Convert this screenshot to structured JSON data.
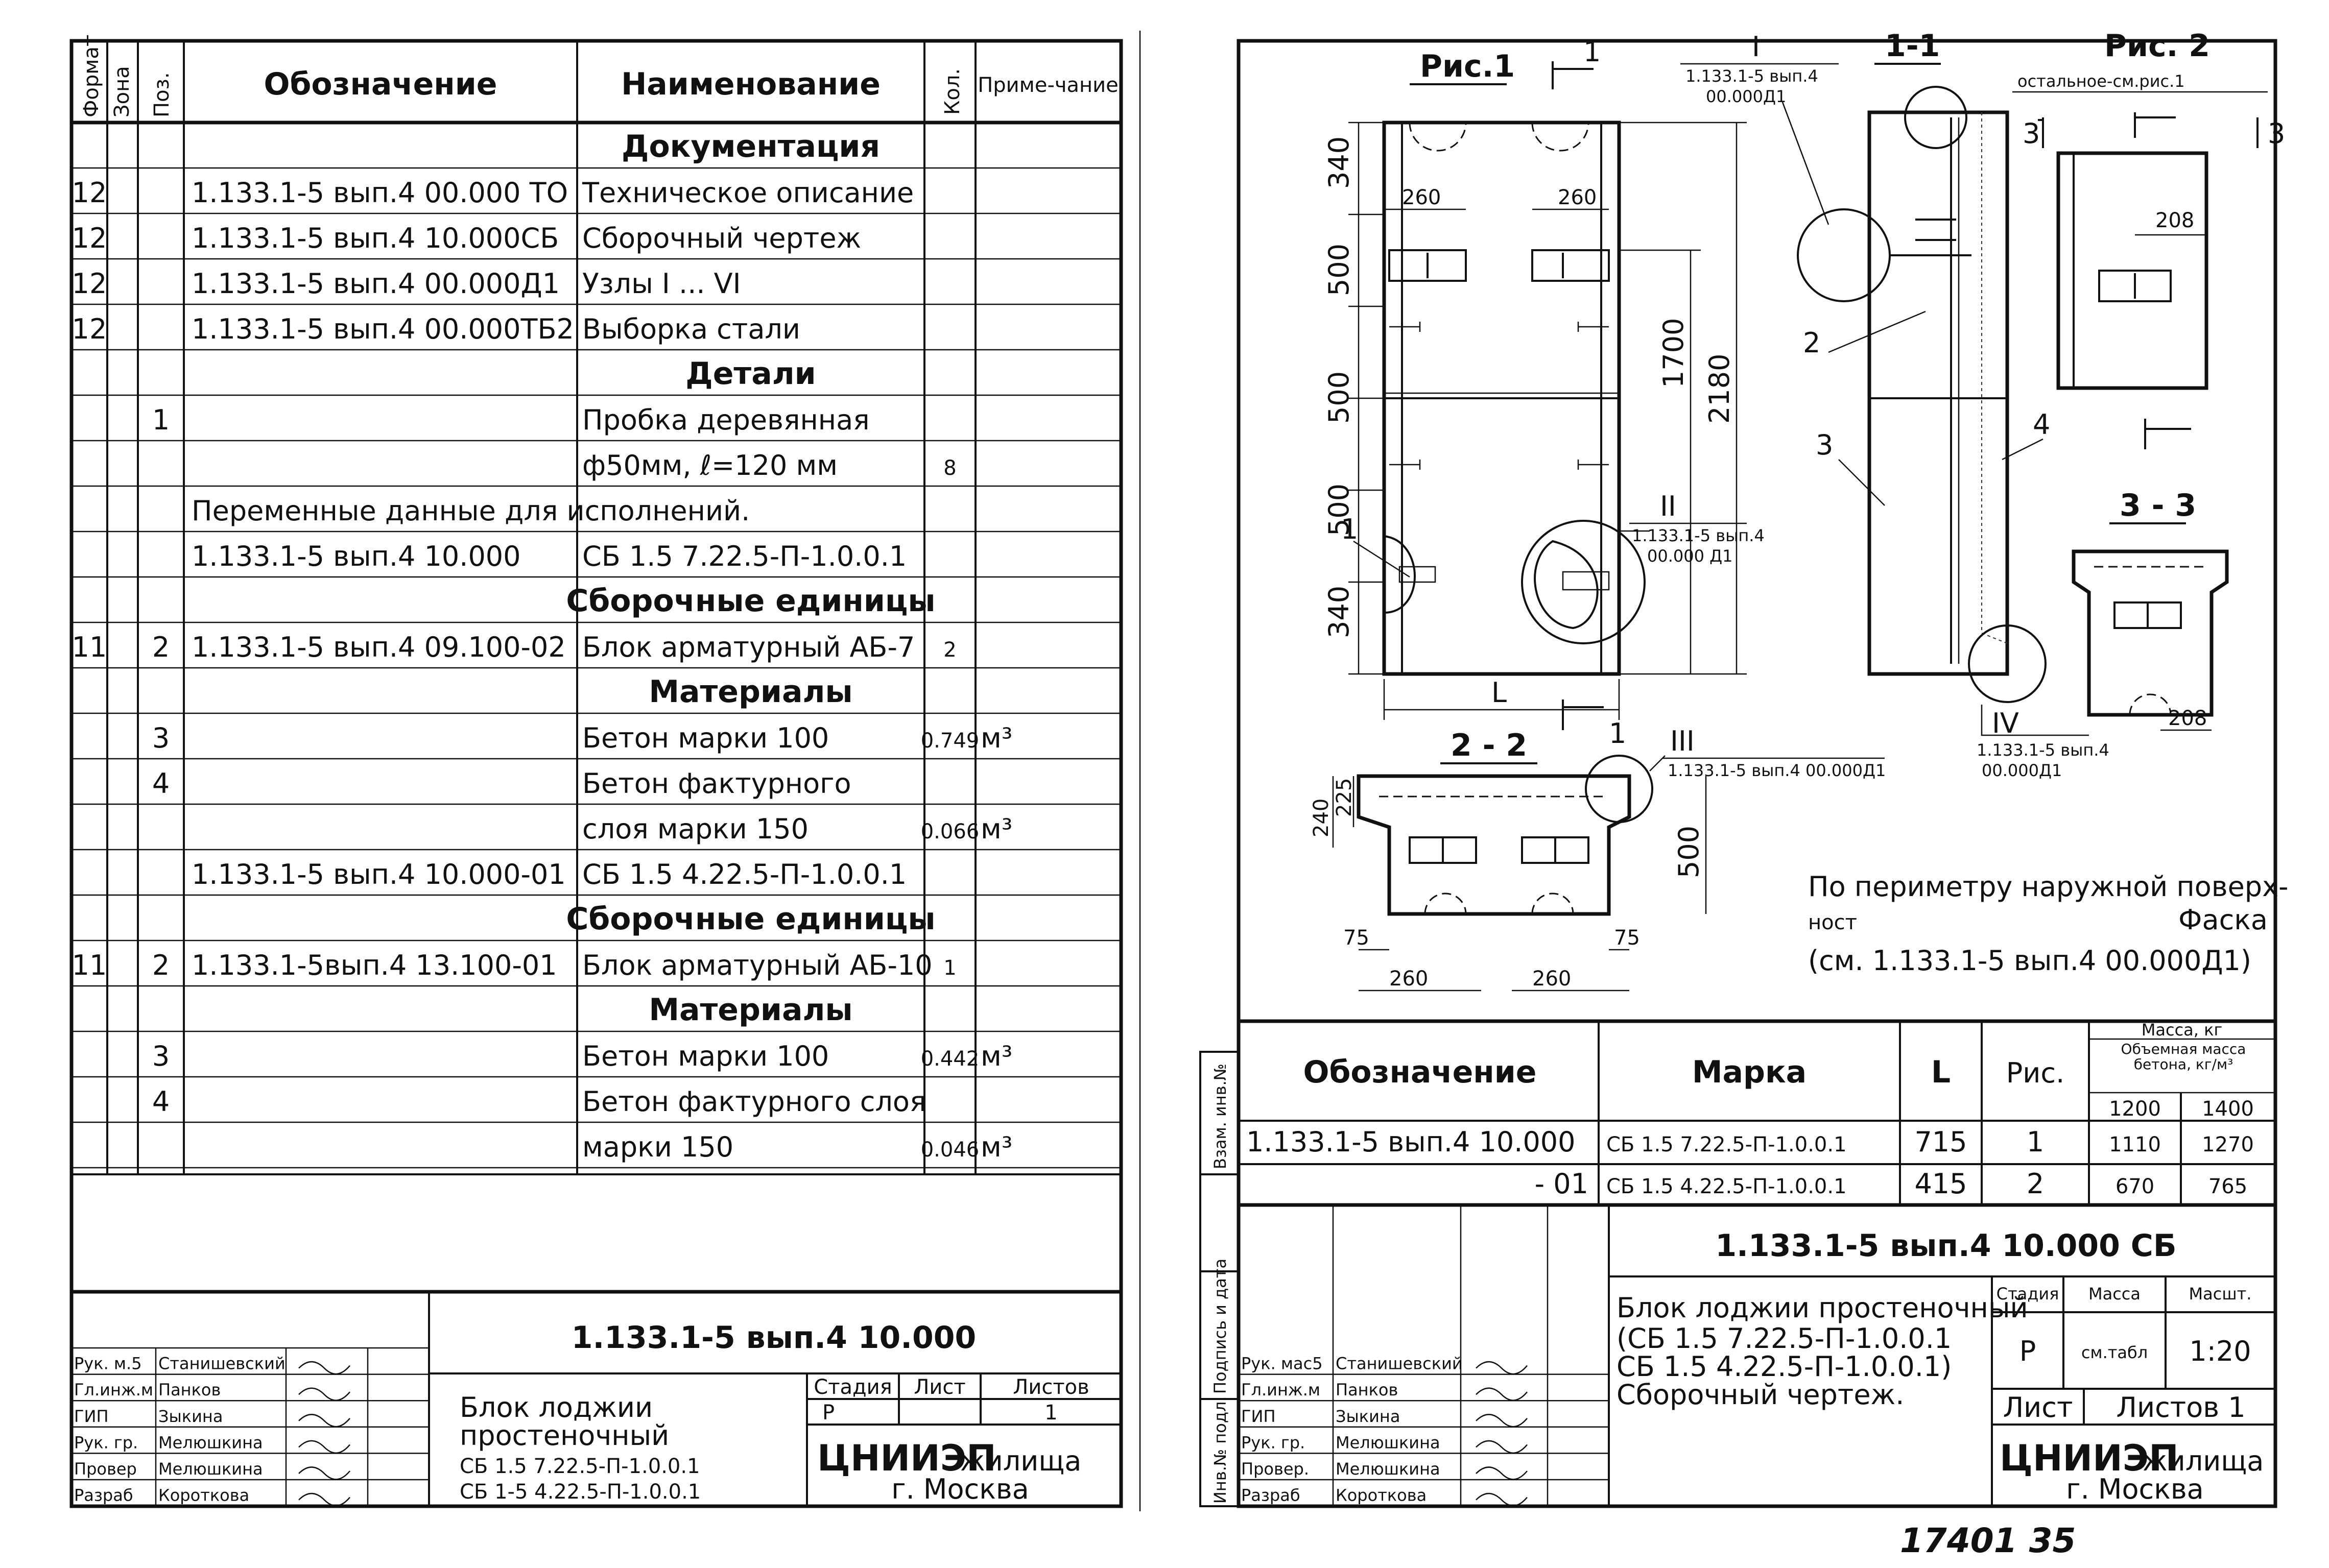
{
  "spec_table": {
    "headers": {
      "format": "Формат",
      "zone": "Зона",
      "pos": "Поз.",
      "designation": "Обозначение",
      "name": "Наименование",
      "qty": "Кол.",
      "note": "Приме-чание"
    },
    "rows": [
      {
        "name": "Документация"
      },
      {
        "format": "12",
        "designation": "1.133.1-5 вып.4 00.000 ТО",
        "name": "Техническое описание"
      },
      {
        "format": "12",
        "designation": "1.133.1-5 вып.4 10.000СБ",
        "name": "Сборочный чертеж"
      },
      {
        "format": "12",
        "designation": "1.133.1-5 вып.4 00.000Д1",
        "name": "Узлы I ... VI"
      },
      {
        "format": "12",
        "designation": "1.133.1-5 вып.4 00.000ТБ2",
        "name": "Выборка стали"
      },
      {
        "name": "Детали"
      },
      {
        "pos": "1",
        "name": "Пробка деревянная"
      },
      {
        "name": "ф50мм, ℓ=120 мм",
        "qty": "8"
      },
      {
        "designation": "Переменные данные для исполнений."
      },
      {
        "designation": "1.133.1-5 вып.4   10.000",
        "name": "СБ 1.5  7.22.5-П-1.0.0.1"
      },
      {
        "name": "Сборочные единицы"
      },
      {
        "format": "11",
        "pos": "2",
        "designation": "1.133.1-5 вып.4 09.100-02",
        "name": "Блок арматурный АБ-7",
        "qty": "2"
      },
      {
        "name": "Материалы"
      },
      {
        "pos": "3",
        "name": "Бетон марки 100",
        "qty": "0.749",
        "note": "м³"
      },
      {
        "pos": "4",
        "name": "Бетон фактурного"
      },
      {
        "name": "слоя  марки 150",
        "qty": "0.066",
        "note": "м³"
      },
      {
        "designation": "1.133.1-5 вып.4   10.000-01",
        "name": "СБ 1.5  4.22.5-П-1.0.0.1"
      },
      {
        "name": "Сборочные единицы"
      },
      {
        "format": "11",
        "pos": "2",
        "designation": "1.133.1-5вып.4   13.100-01",
        "name": "Блок арматурный АБ-10",
        "qty": "1"
      },
      {
        "name": "Материалы"
      },
      {
        "pos": "3",
        "name": "Бетон марки 100",
        "qty": "0.442",
        "note": "м³"
      },
      {
        "pos": "4",
        "name": "Бетон фактурного слоя"
      },
      {
        "name": "марки 150",
        "qty": "0.046",
        "note": "м³"
      }
    ]
  },
  "left_title_block": {
    "code": "1.133.1-5  вып.4  10.000",
    "title": [
      "Блок   лоджии",
      "простеночный",
      "СБ 1.5  7.22.5-П-1.0.0.1",
      "СБ 1-5  4.22.5-П-1.0.0.1"
    ],
    "stage_label": "Стадия",
    "sheet_label": "Лист",
    "sheets_label": "Листов",
    "stage": "Р",
    "sheets": "1",
    "org": "ЦНИИЭП",
    "org_suffix": "жилища",
    "city": "г. Москва",
    "people": [
      {
        "role": "Рук. м.5",
        "name": "Станишевский"
      },
      {
        "role": "Гл.инж.м",
        "name": "Панков"
      },
      {
        "role": "ГИП",
        "name": "Зыкина"
      },
      {
        "role": "Рук. гр.",
        "name": "Мелюшкина"
      },
      {
        "role": "Провер",
        "name": "Мелюшкина"
      },
      {
        "role": "Разраб",
        "name": "Короткова"
      }
    ]
  },
  "side_stamp": {
    "inv_orig": "Инв.№ подл.",
    "sign_date": "Подпись и дата",
    "inv_repl": "Взам. инв.№"
  },
  "drawing": {
    "fig1": "Рис.1",
    "fig2": "Рис. 2",
    "fig2_note": "остальное-см.рис.1",
    "sec11": "1-1",
    "sec22": "2 - 2",
    "sec33": "3 - 3",
    "node_I": "I",
    "node_I_ref": [
      "1.133.1-5 вып.4",
      "00.000Д1"
    ],
    "node_II": "II",
    "node_II_ref": [
      "1.133.1-5  вып.4",
      "00.000 Д1"
    ],
    "node_III": "III",
    "node_III_ref": "1.133.1-5 вып.4 00.000Д1",
    "node_IV": "IV",
    "node_IV_ref": [
      "1.133.1-5 вып.4",
      "00.000Д1"
    ],
    "dims": {
      "d340a": "340",
      "d500a": "500",
      "d500b": "500",
      "d500c": "500",
      "d340b": "340",
      "d1700": "1700",
      "d2180": "2180",
      "d260a": "260",
      "d260b": "260",
      "L": "L",
      "d208a": "208",
      "d208b": "208",
      "d240": "240",
      "d225": "225",
      "d500d": "500",
      "d75a": "75",
      "d75b": "75",
      "d260c": "260",
      "d260d": "260"
    },
    "cut_labels": {
      "c1": "1",
      "c3a": "3",
      "c3b": "3",
      "c1b": "1"
    },
    "callouts": {
      "p1": "1",
      "p2": "2",
      "p3": "3",
      "p4": "4"
    },
    "note": [
      "По периметру наружной поверх-",
      "ност",
      "Фаска",
      "(см. 1.133.1-5 вып.4  00.000Д1)"
    ]
  },
  "marks_table": {
    "headers": {
      "designation": "Обозначение",
      "mark": "Марка",
      "L": "L",
      "fig": "Рис.",
      "mass": "Масса, кг",
      "density": "Объемная масса бетона, кг/м³",
      "d1200": "1200",
      "d1400": "1400"
    },
    "rows": [
      {
        "designation": "1.133.1-5 вып.4  10.000",
        "mark": "СБ 1.5  7.22.5-П-1.0.0.1",
        "L": "715",
        "fig": "1",
        "m1200": "1110",
        "m1400": "1270"
      },
      {
        "designation": "- 01",
        "mark": "СБ 1.5  4.22.5-П-1.0.0.1",
        "L": "415",
        "fig": "2",
        "m1200": "670",
        "m1400": "765"
      }
    ]
  },
  "right_title_block": {
    "code": "1.133.1-5  вып.4  10.000 СБ",
    "title": [
      "Блок лоджии простеночный",
      "(СБ 1.5  7.22.5-П-1.0.0.1",
      " СБ 1.5  4.22.5-П-1.0.0.1)",
      "Сборочный  чертеж."
    ],
    "stage_label": "Стадия",
    "mass_label": "Масса",
    "scale_label": "Масшт.",
    "stage": "Р",
    "mass": "см.табл",
    "scale": "1:20",
    "sheet_label": "Лист",
    "sheets_label": "Листов 1",
    "org": "ЦНИИЭП",
    "org_suffix": "жилища",
    "city": "г. Москва",
    "people": [
      {
        "role": "Рук. мас5",
        "name": "Станишевский"
      },
      {
        "role": "Гл.инж.м",
        "name": "Панков"
      },
      {
        "role": "ГИП",
        "name": "Зыкина"
      },
      {
        "role": "Рук. гр.",
        "name": "Мелюшкина"
      },
      {
        "role": "Провер.",
        "name": "Мелюшкина"
      },
      {
        "role": "Разраб",
        "name": "Короткова"
      }
    ]
  },
  "footer_number": "17401  35"
}
